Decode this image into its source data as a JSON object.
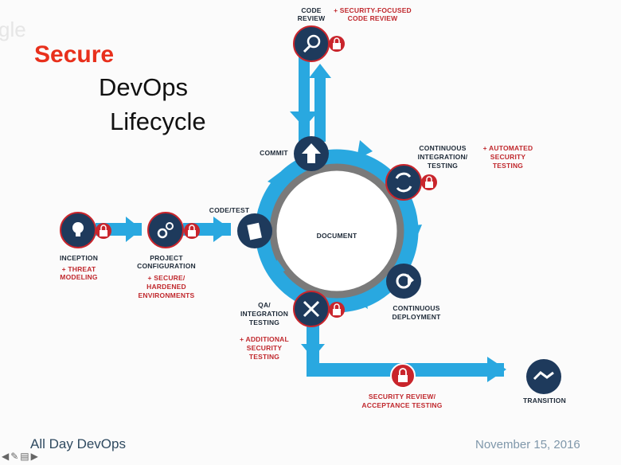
{
  "title": {
    "line1": "Secure",
    "line2": "DevOps",
    "line3": "Lifecycle"
  },
  "ghost_text": "gle",
  "center": "DOCUMENT",
  "stages": {
    "inception": "INCEPTION",
    "project_config_1": "PROJECT",
    "project_config_2": "CONFIGURATION",
    "code_test": "CODE/TEST",
    "commit": "COMMIT",
    "code_review_1": "CODE",
    "code_review_2": "REVIEW",
    "ci_1": "CONTINUOUS",
    "ci_2": "INTEGRATION/",
    "ci_3": "TESTING",
    "cd_1": "CONTINUOUS",
    "cd_2": "DEPLOYMENT",
    "qa_1": "QA/",
    "qa_2": "INTEGRATION",
    "qa_3": "TESTING",
    "review_1": "SECURITY REVIEW/",
    "review_2": "ACCEPTANCE TESTING",
    "transition": "TRANSITION"
  },
  "security": {
    "threat_1": "+ THREAT",
    "threat_2": "MODELING",
    "hardened_1": "+ SECURE/",
    "hardened_2": "HARDENED",
    "hardened_3": "ENVIRONMENTS",
    "code_review_1": "+ SECURITY-FOCUSED",
    "code_review_2": "CODE REVIEW",
    "auto_1": "+ AUTOMATED",
    "auto_2": "SECURITY",
    "auto_3": "TESTING",
    "additional_1": "+ ADDITIONAL",
    "additional_2": "SECURITY",
    "additional_3": "TESTING"
  },
  "footer": {
    "brand": "All Day DevOps",
    "date": "November 15, 2016"
  },
  "colors": {
    "accent_red": "#e8301c",
    "flow_blue": "#29a8e0",
    "node_navy": "#1e3a5c",
    "lock_red": "#c9252c"
  }
}
